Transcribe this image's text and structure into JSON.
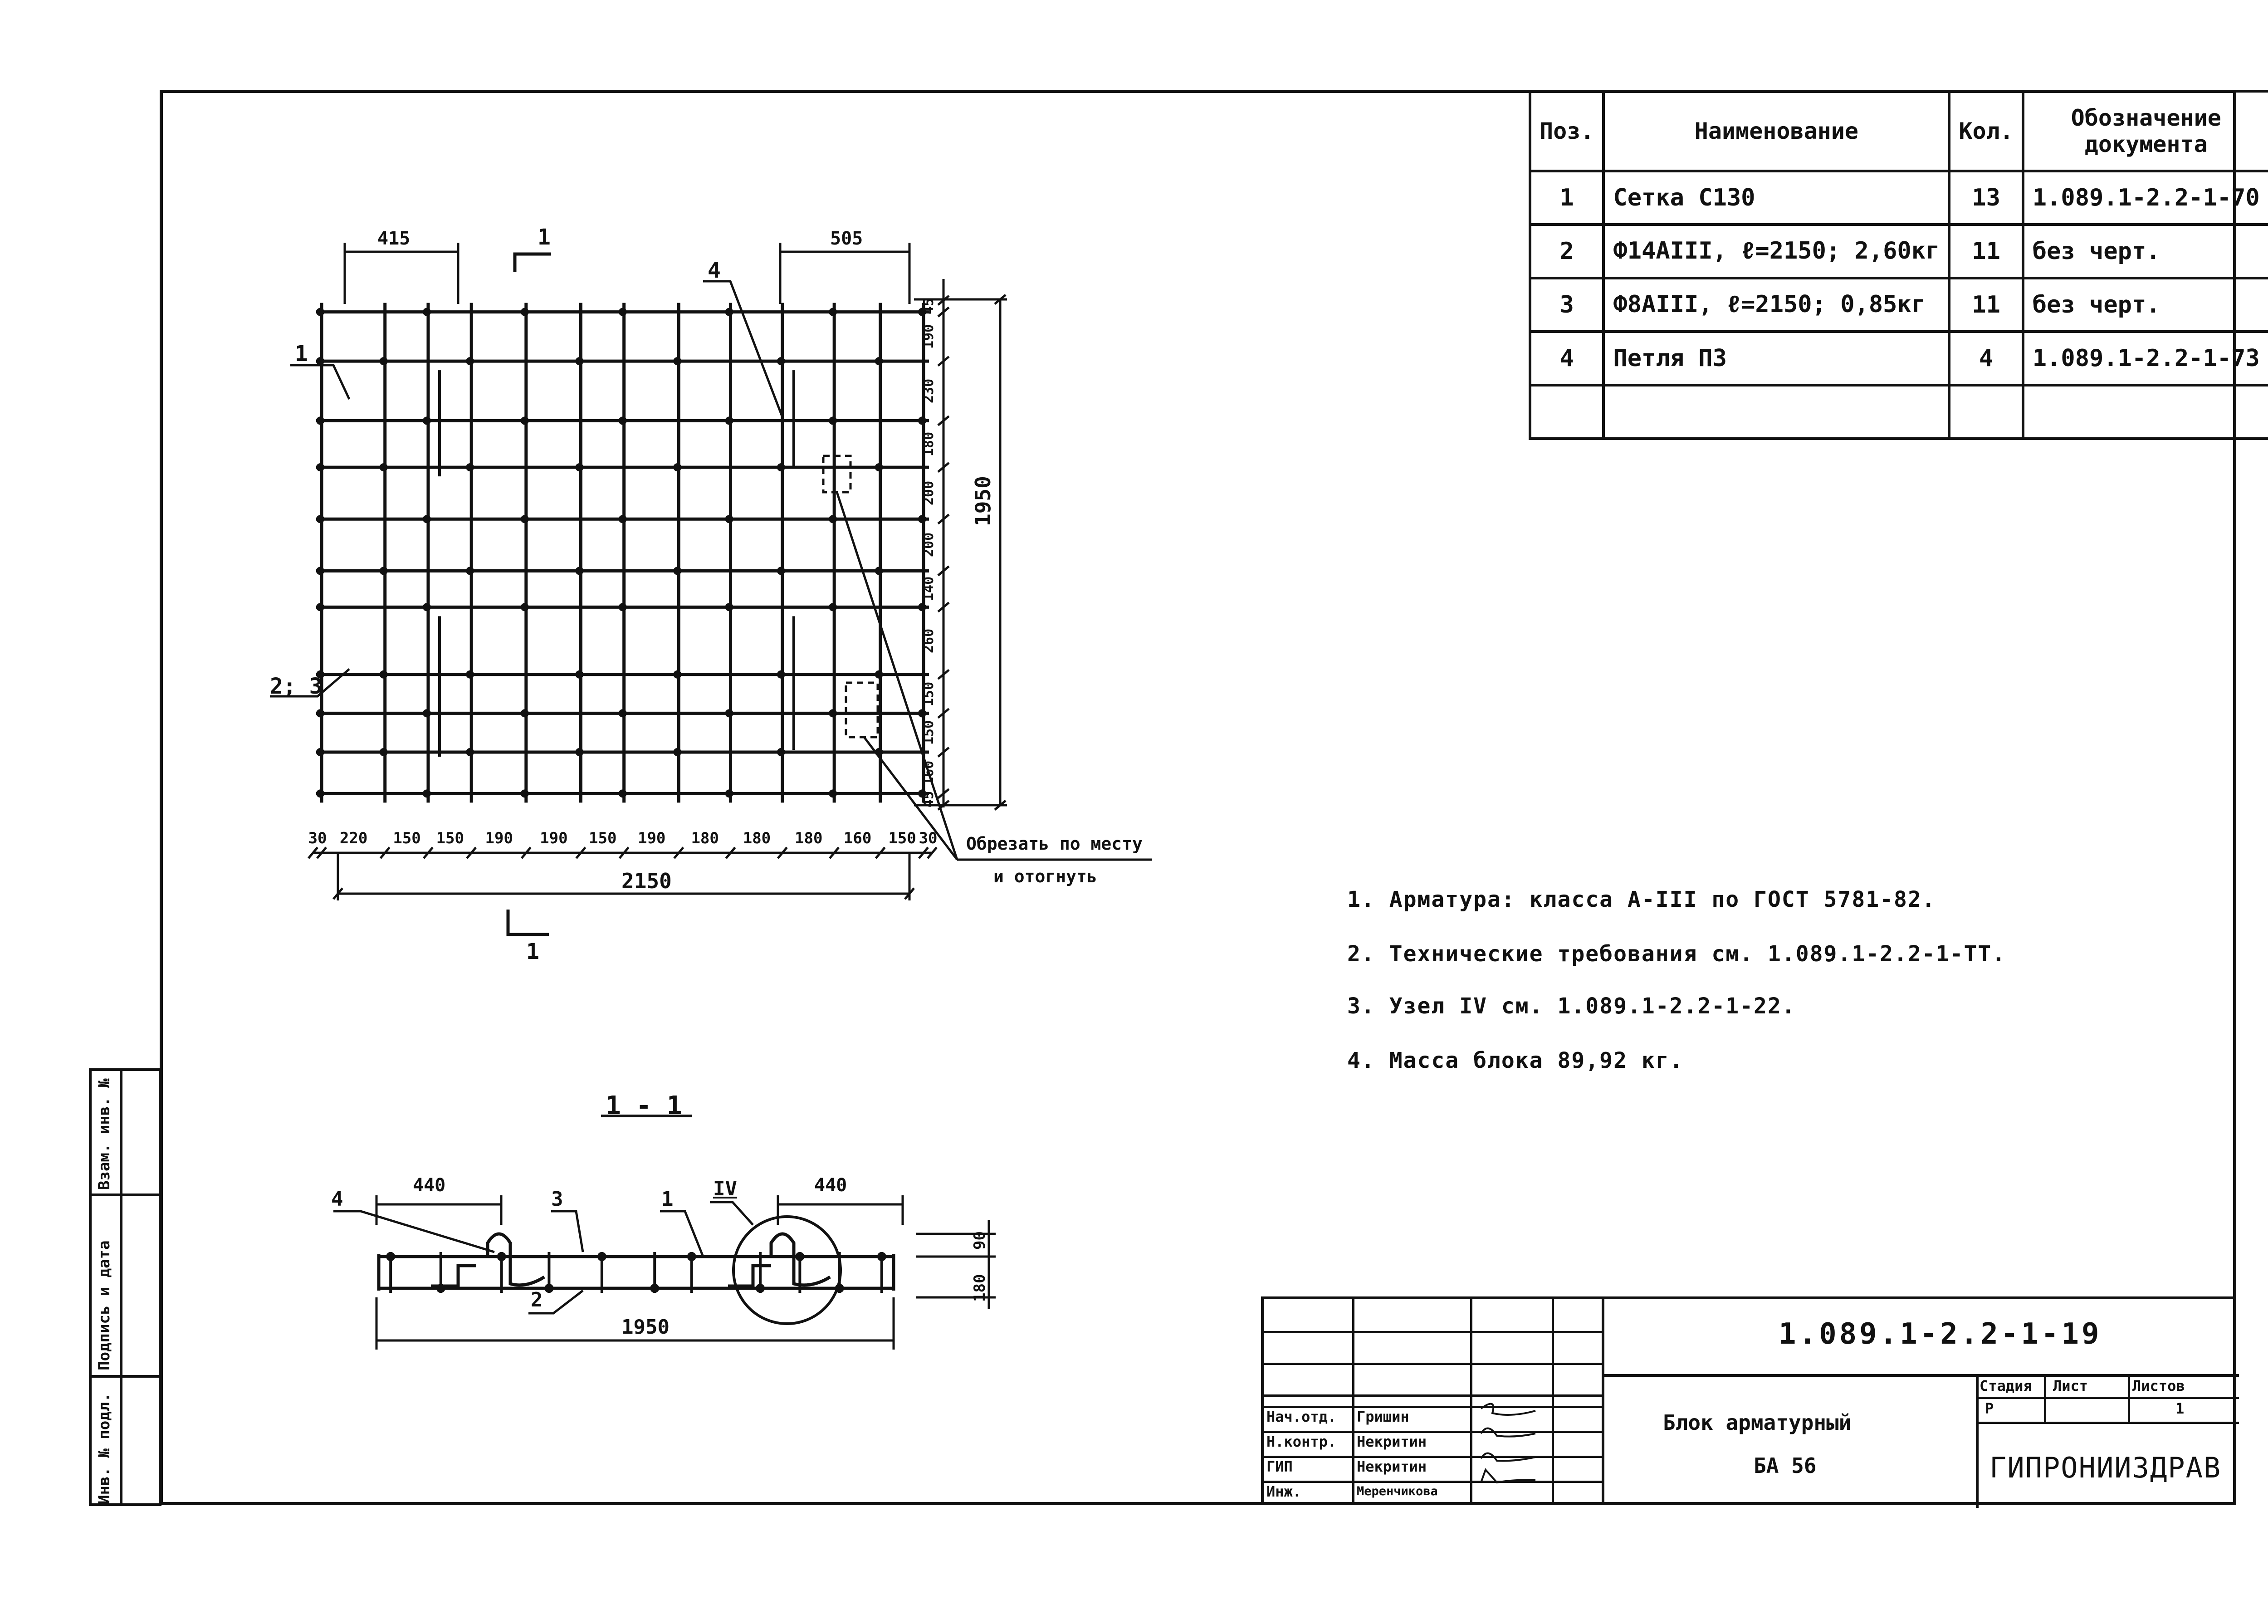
{
  "spec_table": {
    "headers": {
      "pos": "Поз.",
      "name": "Наименование",
      "qty": "Кол.",
      "doc_line1": "Обозначение",
      "doc_line2": "документа"
    },
    "rows": [
      {
        "pos": "1",
        "name": "Сетка С130",
        "qty": "13",
        "doc": "1.089.1-2.2-1-70"
      },
      {
        "pos": "2",
        "name": "Ф14АIII, ℓ=2150; 2,60кг",
        "qty": "11",
        "doc": "без черт."
      },
      {
        "pos": "3",
        "name": "Ф8АIII, ℓ=2150; 0,85кг",
        "qty": "11",
        "doc": "без черт."
      },
      {
        "pos": "4",
        "name": "Петля П3",
        "qty": "4",
        "doc": "1.089.1-2.2-1-73"
      }
    ]
  },
  "plan": {
    "dim_top_left": "415",
    "dim_top_right": "505",
    "section_mark": "1",
    "callout_1": "1",
    "callout_23": "2; 3",
    "callout_4": "4",
    "bottom_dims": [
      "30",
      "220",
      "150",
      "150",
      "190",
      "190",
      "150",
      "190",
      "180",
      "180",
      "180",
      "160",
      "150",
      "30"
    ],
    "overall_width": "2150",
    "right_dims": [
      "45",
      "190",
      "230",
      "180",
      "200",
      "200",
      "140",
      "260",
      "150",
      "150",
      "160",
      "45"
    ],
    "overall_height": "1950",
    "cut_note_line1": "Обрезать по месту",
    "cut_note_line2": "и отогнуть"
  },
  "section": {
    "title": "1 - 1",
    "dim_left": "440",
    "dim_right": "440",
    "node_mark": "IV",
    "callout_4": "4",
    "callout_3": "3",
    "callout_1": "1",
    "callout_2": "2",
    "overall": "1950",
    "height_a": "90",
    "height_b": "180"
  },
  "notes": [
    "1. Арматура: класса А-III по ГОСТ 5781-82.",
    "2. Технические требования см. 1.089.1-2.2-1-ТТ.",
    "3. Узел IV см. 1.089.1-2.2-1-22.",
    "4. Масса блока 89,92 кг."
  ],
  "side_stamp": [
    "Инв. № подл.",
    "Подпись и дата",
    "Взам. инв. №"
  ],
  "title_block": {
    "code": "1.089.1-2.2-1-19",
    "product_line1": "Блок арматурный",
    "product_line2": "БА 56",
    "stage_label": "Стадия",
    "sheet_label": "Лист",
    "sheets_label": "Листов",
    "stage": "Р",
    "sheets": "1",
    "org": "ГИПРОНИИЗДРАВ",
    "signers": [
      {
        "role": "Нач.отд.",
        "name": "Гришин"
      },
      {
        "role": "Н.контр.",
        "name": "Некритин"
      },
      {
        "role": "ГИП",
        "name": "Некритин"
      },
      {
        "role": "Инж.",
        "name": "Меренчикова"
      }
    ]
  }
}
